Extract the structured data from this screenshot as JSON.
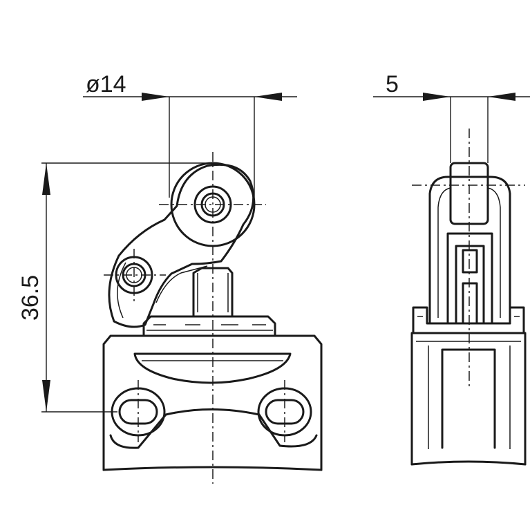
{
  "dimensions": {
    "roller_diameter": "ø14",
    "roller_width": "5",
    "height": "36.5"
  }
}
